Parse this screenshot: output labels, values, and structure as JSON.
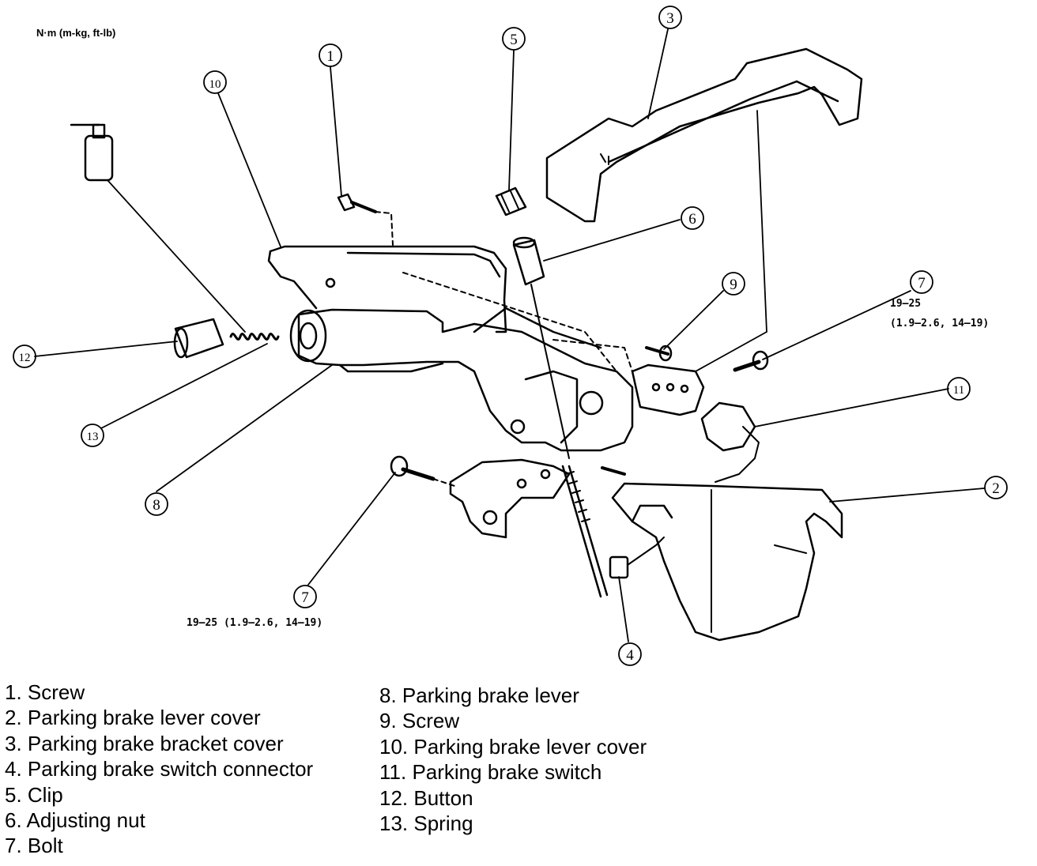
{
  "units_label": "N·m (m-kg, ft-lb)",
  "torque_specs": {
    "right": [
      "19—25",
      "(1.9—2.6, 14—19)"
    ],
    "bottom": "19—25 (1.9—2.6, 14—19)"
  },
  "callouts": [
    "1",
    "2",
    "3",
    "4",
    "5",
    "6",
    "7",
    "7",
    "8",
    "9",
    "10",
    "11",
    "12",
    "13"
  ],
  "legend_left": [
    "1. Screw",
    "2. Parking brake lever cover",
    "3. Parking brake bracket cover",
    "4. Parking brake switch connector",
    "5. Clip",
    "6. Adjusting nut",
    "7. Bolt"
  ],
  "legend_right": [
    "8. Parking brake lever",
    "9. Screw",
    "10. Parking brake lever cover",
    "11. Parking brake switch",
    "12. Button",
    "13. Spring"
  ],
  "colors": {
    "ink": "#000000",
    "paper": "#ffffff"
  }
}
